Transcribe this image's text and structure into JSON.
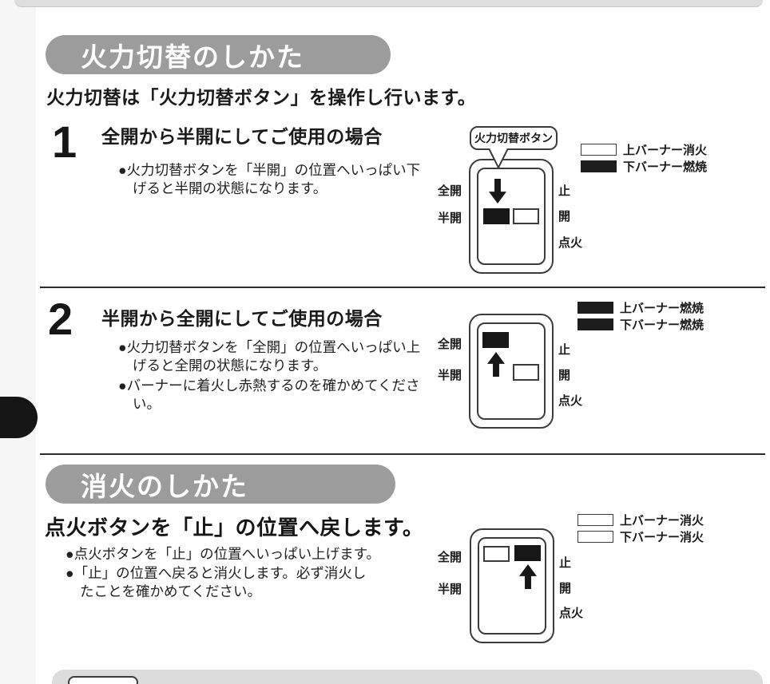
{
  "colors": {
    "banner_gray": "#9c9c9c",
    "ink": "#1d1d1d",
    "panel_gray": "#dcdcdc",
    "black_button": "#171717"
  },
  "s1": {
    "banner_title": "火力切替のしかた",
    "intro": "火力切替は「火力切替ボタン」を操作し行います。",
    "steps": [
      {
        "num": "1",
        "heading": "全開から半開にしてご使用の場合",
        "bullets": [
          "●火力切替ボタンを「半開」の位置へいっぱい下\nげると半開の状態になります。"
        ]
      },
      {
        "num": "2",
        "heading": "半開から全開にしてご使用の場合",
        "bullets": [
          "●火力切替ボタンを「全開」の位置へいっぱい上\nげると全開の状態になります。",
          "●バーナーに着火し赤熱するのを確かめてくださ\nい。"
        ]
      }
    ]
  },
  "s2": {
    "banner_title": "消火のしかた",
    "heading": "点火ボタンを「止」の位置へ戻します。",
    "bullets": [
      "●点火ボタンを「止」の位置へいっぱい上げます。",
      "●「止」の位置へ戻ると消火します。必ず消火し\nたことを確かめてください。"
    ]
  },
  "panel": {
    "callout": "火力切替ボタン",
    "full_open": "全開",
    "half_open": "半開",
    "stop": "止",
    "open": "開",
    "ignite": "点火"
  },
  "legends": {
    "step1": {
      "items": [
        {
          "fill": "white",
          "label": "上バーナー消火"
        },
        {
          "fill": "black",
          "label": "下バーナー燃焼"
        }
      ]
    },
    "step2": {
      "items": [
        {
          "fill": "black",
          "label": "上バーナー燃焼"
        },
        {
          "fill": "black",
          "label": "下バーナー燃焼"
        }
      ]
    },
    "extinguish": {
      "items": [
        {
          "fill": "white",
          "label": "上バーナー消火"
        },
        {
          "fill": "white",
          "label": "下バーナー消火"
        }
      ]
    }
  }
}
